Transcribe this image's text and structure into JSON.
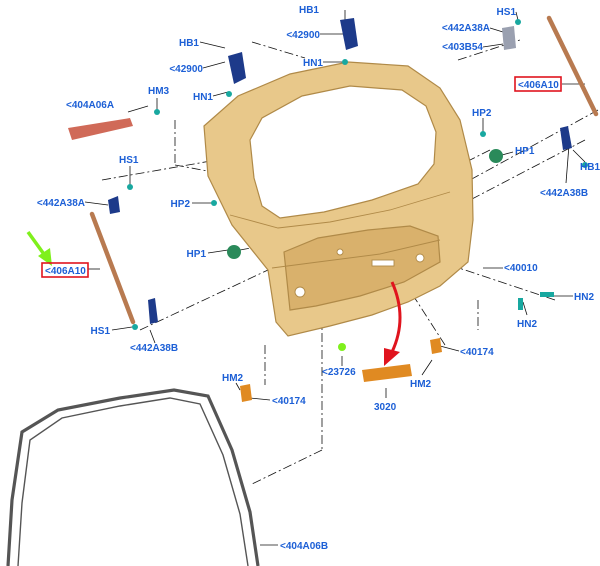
{
  "colors": {
    "label": "#1c5fd6",
    "highlight": "#e0141e",
    "callout_arrow": "#7ff01c",
    "flow_arrow": "#e0141e",
    "door_fill": "#e8c88a",
    "door_stroke": "#b08a48",
    "seal": "#555555",
    "strut": "#b87a50",
    "trim_pad": "#d06a58",
    "bracket": "#e08a22",
    "part_blue": "#1d3a8a",
    "part_green": "#2a8a5a",
    "part_teal": "#18a8a0"
  },
  "labels": [
    {
      "id": "hb1-top-center",
      "text": "HB1"
    },
    {
      "id": "hb1-left",
      "text": "HB1"
    },
    {
      "id": "42900-top",
      "text": "<42900"
    },
    {
      "id": "42900-left",
      "text": "<42900"
    },
    {
      "id": "hn1-top",
      "text": "HN1"
    },
    {
      "id": "hn1-left",
      "text": "HN1"
    },
    {
      "id": "hs1-top-right",
      "text": "HS1"
    },
    {
      "id": "442a38a-top-right",
      "text": "<442A38A"
    },
    {
      "id": "403b54",
      "text": "<403B54"
    },
    {
      "id": "406a10-right",
      "text": "<406A10"
    },
    {
      "id": "404a06a",
      "text": "<404A06A"
    },
    {
      "id": "hm3",
      "text": "HM3"
    },
    {
      "id": "hs1-left",
      "text": "HS1"
    },
    {
      "id": "442a38a-left",
      "text": "<442A38A"
    },
    {
      "id": "hp2-center",
      "text": "HP2"
    },
    {
      "id": "hp2-right",
      "text": "HP2"
    },
    {
      "id": "hp1-right",
      "text": "HP1"
    },
    {
      "id": "hb1-right",
      "text": "HB1"
    },
    {
      "id": "442a38b-right",
      "text": "<442A38B"
    },
    {
      "id": "hp1-left",
      "text": "HP1"
    },
    {
      "id": "406a10-left",
      "text": "<406A10"
    },
    {
      "id": "40010",
      "text": "<40010"
    },
    {
      "id": "hn2-right",
      "text": "HN2"
    },
    {
      "id": "hn2-lower",
      "text": "HN2"
    },
    {
      "id": "hs1-bottom-left",
      "text": "HS1"
    },
    {
      "id": "442a38b-left",
      "text": "<442A38B"
    },
    {
      "id": "40174-right",
      "text": "<40174"
    },
    {
      "id": "23726",
      "text": "<23726"
    },
    {
      "id": "hm2-right",
      "text": "HM2"
    },
    {
      "id": "hm2-left",
      "text": "HM2"
    },
    {
      "id": "40174-left",
      "text": "<40174"
    },
    {
      "id": "3020",
      "text": "3020"
    },
    {
      "id": "404a06b",
      "text": "<404A06B"
    }
  ]
}
